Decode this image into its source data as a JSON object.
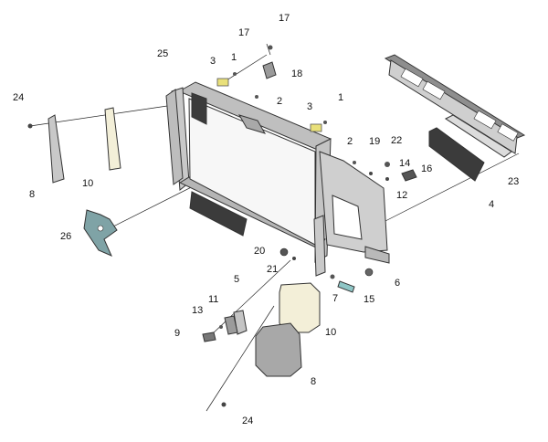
{
  "diagram": {
    "colors": {
      "frame": "#c7c7c7",
      "frame_dark": "#8e8e8e",
      "glass": "#f7f7f7",
      "grille": "#3b3b3b",
      "screen_tan": "#f3efd8",
      "screen_gray": "#a8a8a8",
      "bracket_teal": "#7fa3a6",
      "pin_teal": "#8ec6c6",
      "latch_yellow": "#e9e07a"
    },
    "callouts": [
      "24",
      "8",
      "10",
      "25",
      "26",
      "3",
      "1",
      "17",
      "17",
      "18",
      "2",
      "3",
      "1",
      "2",
      "19",
      "22",
      "14",
      "16",
      "12",
      "23",
      "4",
      "20",
      "21",
      "6",
      "15",
      "7",
      "5",
      "11",
      "13",
      "9",
      "10",
      "8",
      "24"
    ]
  }
}
